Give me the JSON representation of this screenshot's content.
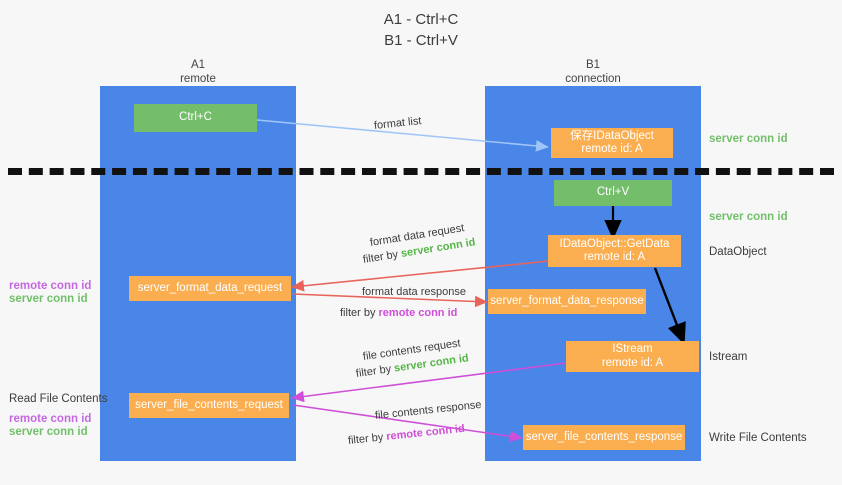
{
  "title": {
    "line1": "A1 - Ctrl+C",
    "line2": "B1 - Ctrl+V"
  },
  "lanes": {
    "left": {
      "name": "A1",
      "role": "remote"
    },
    "right": {
      "name": "B1",
      "role": "connection"
    }
  },
  "nodes": {
    "ctrl_c": {
      "label": "Ctrl+C"
    },
    "save_dataobject": {
      "line1": "保存IDataObject",
      "line2": "remote id: A"
    },
    "ctrl_v": {
      "label": "Ctrl+V"
    },
    "getdata": {
      "line1": "IDataObject::GetData",
      "line2": "remote id: A"
    },
    "server_format_data_request": {
      "label": "server_format_data_request"
    },
    "server_format_data_response": {
      "label": "server_format_data_response"
    },
    "istream": {
      "line1": "IStream",
      "line2": "remote id: A"
    },
    "server_file_contents_request": {
      "label": "server_file_contents_request"
    },
    "server_file_contents_response": {
      "label": "server_file_contents_response"
    }
  },
  "captions": {
    "format_list": "format list",
    "format_data_request": "format data request",
    "format_data_request_filter_prefix": "filter by ",
    "format_data_request_filter_value": "server conn id",
    "format_data_response": "format data response",
    "format_data_response_filter_prefix": "filter by ",
    "format_data_response_filter_value": "remote conn id",
    "file_contents_request": "file contents request",
    "file_contents_request_filter_prefix": "filter by ",
    "file_contents_request_filter_value": "server conn id",
    "file_contents_response": "file contents response",
    "file_contents_response_filter_prefix": "filter by ",
    "file_contents_response_filter_value": "remote conn id"
  },
  "right_labels": {
    "server_conn_id_top": "server conn id",
    "server_conn_id_mid": "server conn id",
    "dataobject": "DataObject",
    "istream": "Istream",
    "write_file_contents": "Write File Contents"
  },
  "left_labels": {
    "remote_conn_id_mid": "remote conn id",
    "server_conn_id_mid": "server conn id",
    "read_file_contents": "Read File Contents",
    "remote_conn_id_low": "remote conn id",
    "server_conn_id_low": "server conn id"
  },
  "colors": {
    "lane": "#4a86e8",
    "green_node": "#74bd6a",
    "orange_node": "#fbae50",
    "green_text": "#56b648",
    "magenta_text": "#cf4fd8",
    "arrow_blue": "#9fc5f8",
    "arrow_red": "#e8645a",
    "arrow_magenta": "#cf4fd8",
    "arrow_black": "#000000",
    "background": "#f7f7f7"
  }
}
